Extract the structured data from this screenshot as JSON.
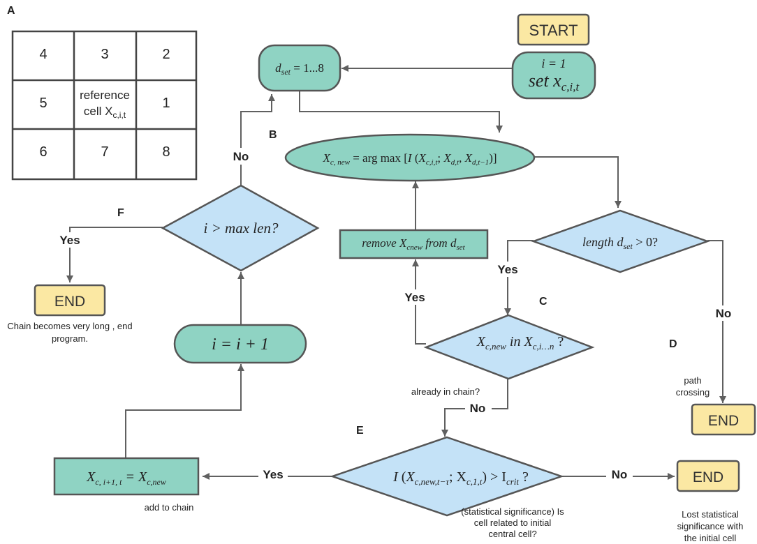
{
  "colors": {
    "teal": "#8fd3c3",
    "blue": "#c4e2f7",
    "yellow": "#fbe8a3",
    "stroke": "#555555",
    "arrow": "#606060"
  },
  "panel_labels": {
    "a": "A",
    "b": "B",
    "c": "C",
    "d": "D",
    "e": "E",
    "f": "F"
  },
  "grid": {
    "cells": [
      [
        "4",
        "3",
        "2"
      ],
      [
        "5",
        "reference",
        "1"
      ],
      [
        "6",
        "7",
        "8"
      ]
    ],
    "center_line2_main": "cell X",
    "center_line2_sub": "c,i,t"
  },
  "nodes": {
    "start": "START",
    "init_line1": "i = 1",
    "init_line2_main": "set x",
    "init_line2_sub": "c,i,t",
    "dset_main": "d",
    "dset_sub": "set",
    "dset_rest": " = 1...8",
    "argmax_left_main": "X",
    "argmax_left_sub": "c, new",
    "argmax_mid": " =  arg max  [",
    "argmax_i": "I",
    "argmax_paren_open": " (",
    "argmax_x1_main": "X",
    "argmax_x1_sub": "c,i,t",
    "argmax_sep": ";  ",
    "argmax_x2_main": "X",
    "argmax_x2_sub": "d,t",
    "argmax_comma": ",  ",
    "argmax_x3_main": "X",
    "argmax_x3_sub": "d,t−1",
    "argmax_close": ")]",
    "remove_main": "remove X",
    "remove_sub1": "cnew",
    "remove_mid": " from d",
    "remove_sub2": "set",
    "length_main": "length d",
    "length_sub": "set",
    "length_rest": "  >  0?",
    "inchain_main": "X",
    "inchain_sub1": "c,new",
    "inchain_mid": "  in X",
    "inchain_sub2": "c,i…n",
    "inchain_rest": " ?",
    "maxlen": "i  >  max len?",
    "increment": "i  =  i  + 1",
    "add_left_main": "X",
    "add_left_sub": "c, i+1, t",
    "add_mid": "  =  X",
    "add_right_sub": "c,new",
    "crit_i": "I",
    "crit_open": " (",
    "crit_x1_main": "X",
    "crit_x1_sub": "c,new,t−τ",
    "crit_sep": ";  X",
    "crit_x2_sub": "c,1,t",
    "crit_close": ")  > I",
    "crit_sub": "crit",
    "crit_q": " ?",
    "end_f": "END",
    "end_d": "END",
    "end_e": "END"
  },
  "edge_labels": {
    "no_top": "No",
    "yes_f": "Yes",
    "yes_length": "Yes",
    "yes_inchain": "Yes",
    "no_length": "No",
    "no_inchain": "No",
    "yes_crit": "Yes",
    "no_crit": "No"
  },
  "notes": {
    "chain_long_1": "Chain becomes very long , end",
    "chain_long_2": "program.",
    "already": "already in chain?",
    "path_1": "path",
    "path_2": "crossing",
    "add_chain": "add to chain",
    "stat_1": "(statistical significance) Is",
    "stat_2": "cell related to initial",
    "stat_3": "central cell?",
    "lost_1": "Lost statistical",
    "lost_2": "significance with",
    "lost_3": "the initial cell"
  }
}
